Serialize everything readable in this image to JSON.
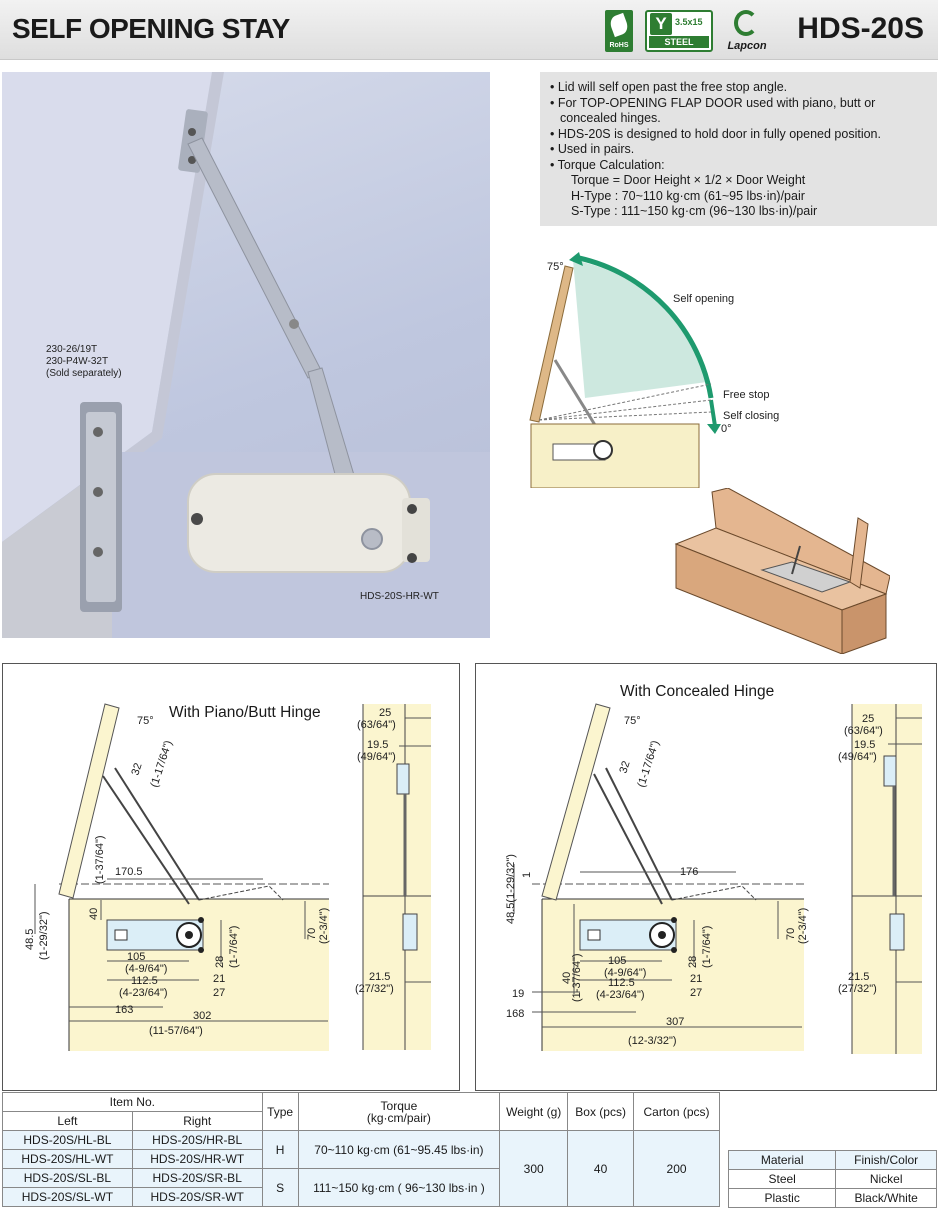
{
  "header": {
    "title": "SELF OPENING STAY",
    "model": "HDS-20S",
    "logos": {
      "rohs": "RoHS",
      "steel_dim": "3.5x15",
      "steel": "STEEL",
      "lapcon": "Lapcon"
    }
  },
  "photo": {
    "hinge_label": [
      "230-26/19T",
      "230-P4W-32T",
      "(Sold separately)"
    ],
    "product_label": "HDS-20S-HR-WT"
  },
  "features": [
    "• Lid will self open past the free stop angle.",
    "• For TOP-OPENING FLAP DOOR used with piano, butt or",
    "concealed hinges.",
    "• HDS-20S is designed to hold door in fully opened position.",
    "• Used in pairs.",
    "• Torque Calculation:",
    "Torque = Door Height × 1/2 × Door Weight",
    "H-Type : 70~110 kg·cm (61~95 lbs·in)/pair",
    "S-Type : 111~150 kg·cm (96~130 lbs·in)/pair"
  ],
  "motion_diagram": {
    "angle_top": "75°",
    "self_opening": "Self opening",
    "free_stop": "Free stop",
    "self_closing": "Self closing",
    "angle_bottom": "0°"
  },
  "piano_panel": {
    "title": "With Piano/Butt Hinge",
    "dims": {
      "angle": "75°",
      "d32": "32",
      "d32_in": "(1-17/64\")",
      "d1_37": "(1-37/64\")",
      "d170": "170.5",
      "d48": "48.5",
      "d48_in": "(1-29/32\")",
      "d40": "40",
      "d105": "105",
      "d105_in": "(4-9/64\")",
      "d112": "112.5",
      "d112_in": "(4-23/64\")",
      "d163": "163",
      "d302": "302",
      "d302_in": "(11-57/64\")",
      "d28": "28",
      "d28_in": "(1-7/64\")",
      "d21": "21",
      "d27": "27",
      "d70": "70",
      "d70_in": "(2-3/4\")",
      "d25": "25",
      "d25_in": "(63/64\")",
      "d19": "19.5",
      "d19_in": "(49/64\")",
      "d21s": "21.5",
      "d21s_in": "(27/32\")"
    }
  },
  "concealed_panel": {
    "title": "With Concealed Hinge",
    "dims": {
      "angle": "75°",
      "d32": "32",
      "d32_in": "(1-17/64\")",
      "d1": "1",
      "d48": "48.5(1-29/32\")",
      "d176": "176",
      "d40": "40",
      "d40_in": "(1-37/64\")",
      "d105": "105",
      "d105_in": "(4-9/64\")",
      "d112": "112.5",
      "d112_in": "(4-23/64\")",
      "d19": "19",
      "d168": "168",
      "d307": "307",
      "d307_in": "(12-3/32\")",
      "d28": "28",
      "d28_in": "(1-7/64\")",
      "d21": "21",
      "d27": "27",
      "d70": "70",
      "d70_in": "(2-3/4\")",
      "d25": "25",
      "d25_in": "(63/64\")",
      "d19s": "19.5",
      "d19s_in": "(49/64\")",
      "d21s": "21.5",
      "d21s_in": "(27/32\")"
    }
  },
  "spec_table": {
    "headers": {
      "item_no": "Item No.",
      "left": "Left",
      "right": "Right",
      "type": "Type",
      "torque": "Torque",
      "torque_unit": "(kg·cm/pair)",
      "weight": "Weight (g)",
      "box": "Box (pcs)",
      "carton": "Carton (pcs)"
    },
    "rows": [
      {
        "left": "HDS-20S/HL-BL",
        "right": "HDS-20S/HR-BL"
      },
      {
        "left": "HDS-20S/HL-WT",
        "right": "HDS-20S/HR-WT"
      },
      {
        "left": "HDS-20S/SL-BL",
        "right": "HDS-20S/SR-BL"
      },
      {
        "left": "HDS-20S/SL-WT",
        "right": "HDS-20S/SR-WT"
      }
    ],
    "type_h": "H",
    "type_s": "S",
    "torque_h": "70~110 kg·cm (61~95.45 lbs·in)",
    "torque_s": "111~150 kg·cm ( 96~130 lbs·in )",
    "weight": "300",
    "box": "40",
    "carton": "200"
  },
  "material_table": {
    "headers": {
      "material": "Material",
      "finish": "Finish/Color"
    },
    "rows": [
      {
        "material": "Steel",
        "finish": "Nickel"
      },
      {
        "material": "Plastic",
        "finish": "Black/White"
      }
    ]
  }
}
